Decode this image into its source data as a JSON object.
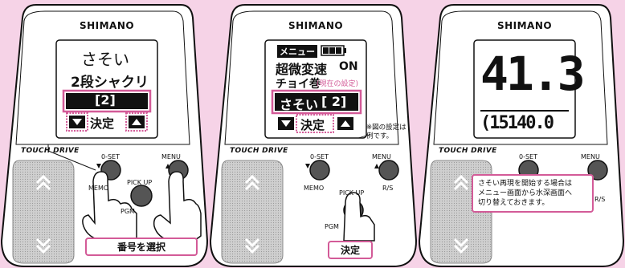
{
  "brand": "SHIMANO",
  "touch_drive": "TOUCH DRIVE",
  "button_labels": {
    "oset": "0-SET",
    "menu": "MENU",
    "memo": "MEMO",
    "pickup": "PICK UP",
    "rs": "R/S",
    "pgm": "PGM"
  },
  "panel1": {
    "line1": "さそい",
    "line2": "2段シャクリ",
    "value": "[2]",
    "decide": "決定",
    "callout": "番号を選択"
  },
  "panel2": {
    "menu_label": "メニュー",
    "row1": "超微変速",
    "row1_value": "ON",
    "row2": "チョイ巻",
    "row2_note": "(現在の設定)",
    "row3": "さそい",
    "row3_value": "[  2]",
    "decide": "決定",
    "footnote": "※図の設定は\n例です。",
    "callout": "決定"
  },
  "panel3": {
    "big_number": "41.3",
    "small_number": "(15140.0",
    "note": "さそい再現を開始する場合は\nメニュー画面から水深画面へ\n切り替えておきます。"
  },
  "colors": {
    "background": "#f6d3e7",
    "accent": "#d35b98",
    "screen": "#111111"
  }
}
